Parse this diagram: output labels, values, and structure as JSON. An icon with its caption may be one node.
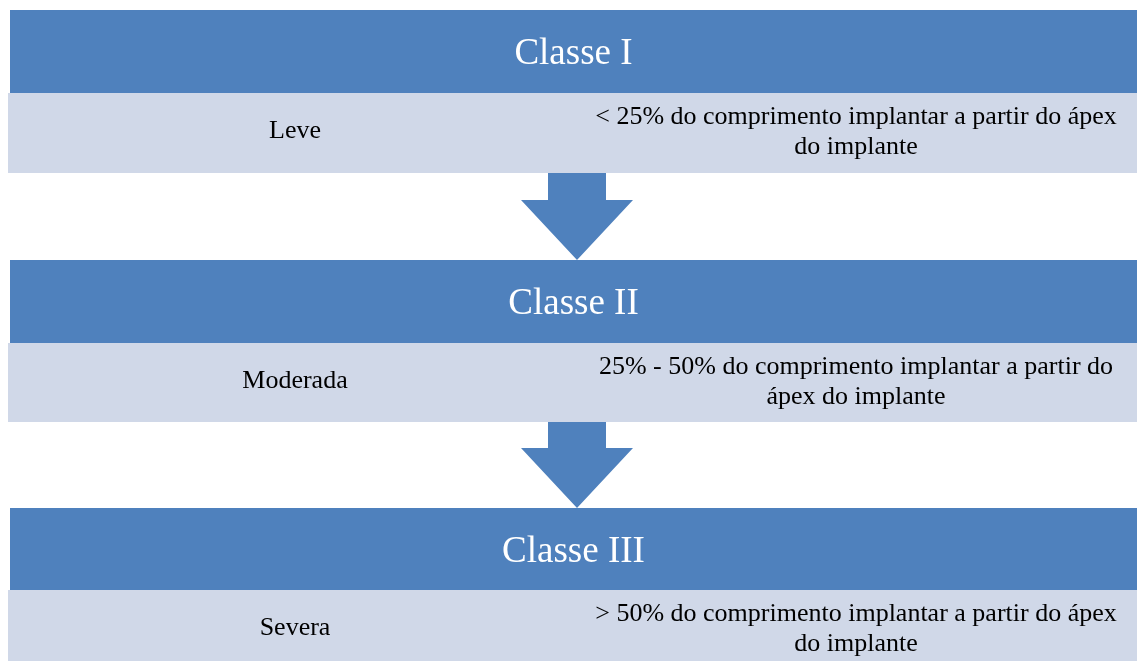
{
  "diagram": {
    "nodes": [
      {
        "text": [
          "Classe I"
        ]
      },
      {
        "text": [
          "Leve",
          "< 25% do comprimento implantar a partir do ápex do implante"
        ]
      },
      {
        "text": [
          "Classe II"
        ]
      },
      {
        "text": [
          "Moderada",
          "25% - 50% do comprimento implantar a partir do ápex do implante"
        ]
      },
      {
        "text": [
          "Classe III"
        ]
      },
      {
        "text": [
          "Severa",
          "> 50% do comprimento implantar a partir do ápex do implante"
        ]
      }
    ],
    "edges": [
      {
        "from": 1,
        "to": 2,
        "arrow": "to"
      },
      {
        "from": 3,
        "to": 4,
        "arrow": "to"
      }
    ]
  }
}
